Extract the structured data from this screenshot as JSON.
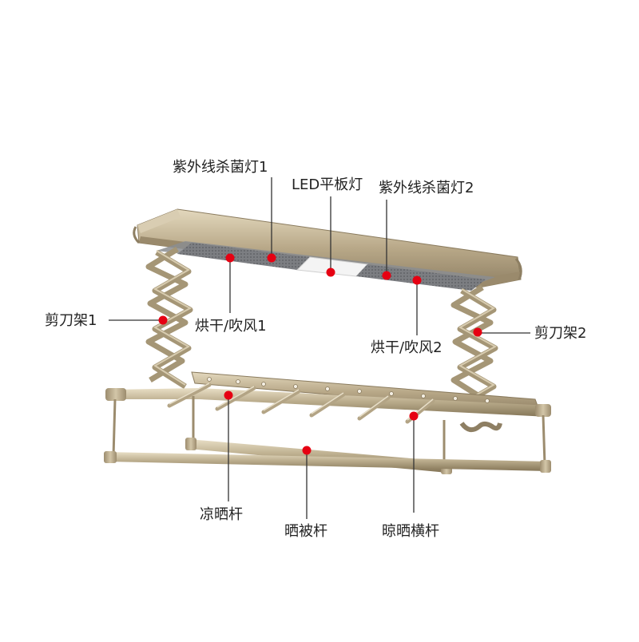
{
  "colors": {
    "frame_gold": "#b8a888",
    "frame_dark": "#8e7f63",
    "frame_light": "#d9cdb2",
    "panel_gray": "#6d6f73",
    "marker_red": "#e60012",
    "leader_line": "#333333"
  },
  "labels": {
    "uv_lamp_1": "紫外线杀菌灯1",
    "led_panel_light": "LED平板灯",
    "uv_lamp_2": "紫外线杀菌灯2",
    "scissor_arm_1": "剪刀架1",
    "dry_fan_1": "烘干/吹风1",
    "scissor_arm_2": "剪刀架2",
    "dry_fan_2": "烘干/吹风2",
    "drying_rod": "凉晒杆",
    "quilt_rod": "晒被杆",
    "cross_rods": "晾晒横杆"
  }
}
